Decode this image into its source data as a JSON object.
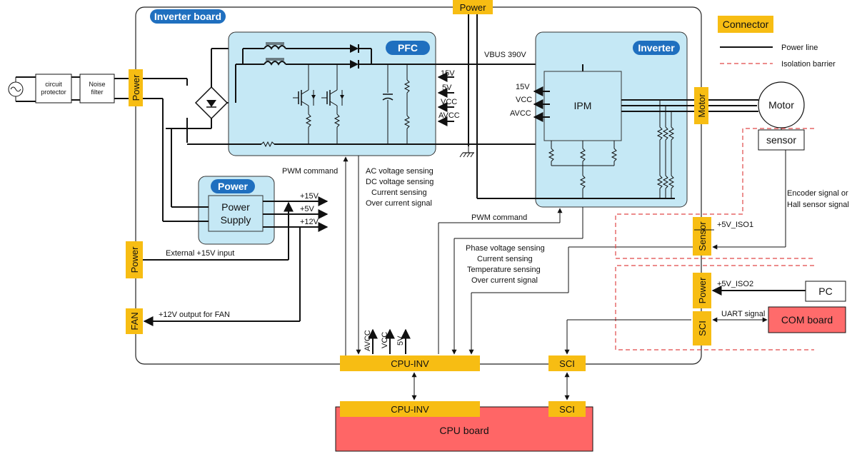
{
  "colors": {
    "connector": "#f7bd13",
    "module_fill": "#c5e8f5",
    "title_badge": "#1f6fbf",
    "cpu_board": "#ff6666",
    "com_board": "#ff6b6b",
    "isolation": "#e04848"
  },
  "legend": {
    "connector": "Connector",
    "power_line": "Power line",
    "isolation_barrier": "Isolation barrier"
  },
  "boards": {
    "inverter": "Inverter board",
    "pfc": "PFC",
    "inverter_module": "Inverter",
    "power_module": "Power",
    "power_supply": "Power\nSupply",
    "ipm": "IPM",
    "cpu_board": "CPU board",
    "com_board": "COM board",
    "pc": "PC",
    "motor": "Motor",
    "sensor_box": "sensor",
    "circuit_protector": "circuit\nprotector",
    "noise_filter": "Noise\nfilter"
  },
  "connectors": {
    "power_top": "Power",
    "power_left": "Power",
    "power_ext": "Power",
    "fan": "FAN",
    "motor": "Motor",
    "sensor": "Sensor",
    "power_right": "Power",
    "sci_right": "SCI",
    "cpu_inv_top": "CPU-INV",
    "sci_top": "SCI",
    "cpu_inv_bottom": "CPU-INV",
    "sci_bottom": "SCI"
  },
  "labels": {
    "vbus": "VBUS 390V",
    "pfc_15v": "15V",
    "pfc_5v": "5V",
    "pfc_vcc": "VCC",
    "pfc_avcc": "AVCC",
    "inv_15v": "15V",
    "inv_vcc": "VCC",
    "inv_avcc": "AVCC",
    "ps_15v": "+15V",
    "ps_5v": "+5V",
    "ps_12v": "+12V",
    "ext_15v": "External +15V input",
    "fan_12v": "+12V output for FAN",
    "pwm_cmd_left": "PWM command",
    "sensing_pfc": [
      "AC voltage sensing",
      "DC voltage sensing",
      "Current sensing",
      "Over current signal"
    ],
    "pwm_cmd_right": "PWM command",
    "sensing_inv": [
      "Phase voltage sensing",
      "Current sensing",
      "Temperature sensing",
      "Over current signal"
    ],
    "cpu_avcc": "AVCC",
    "cpu_vcc": "VCC",
    "cpu_5v": "5V",
    "iso1": "+5V_ISO1",
    "iso2": "+5V_ISO2",
    "uart": "UART signal",
    "encoder": [
      "Encoder signal or",
      "Hall sensor signal"
    ]
  }
}
